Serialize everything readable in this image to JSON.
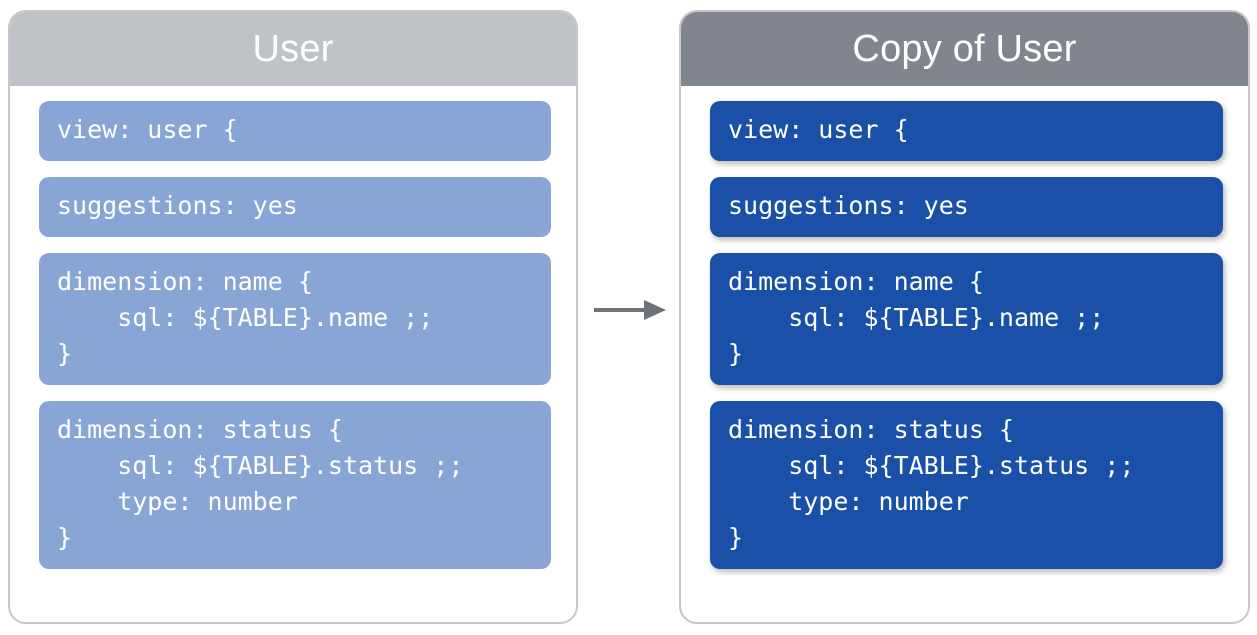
{
  "diagram": {
    "type": "copy-transformation",
    "colors": {
      "source_header": "#bfc3c7",
      "copy_header": "#80858e",
      "source_block": "#88a5d6",
      "copy_block": "#1a50a8",
      "panel_border": "#c7c7c7",
      "arrow": "#6d737c",
      "code_text": "#ffffff"
    },
    "arrow_icon": "arrow-right-icon"
  },
  "panels": [
    {
      "id": "source",
      "title": "User",
      "blocks": [
        {
          "name": "view-declaration",
          "code": "view: user {"
        },
        {
          "name": "suggestions-property",
          "code": "suggestions: yes"
        },
        {
          "name": "dimension-name",
          "code": "dimension: name {\n    sql: ${TABLE}.name ;;\n}"
        },
        {
          "name": "dimension-status",
          "code": "dimension: status {\n    sql: ${TABLE}.status ;;\n    type: number\n}"
        }
      ]
    },
    {
      "id": "copy",
      "title": "Copy of User",
      "blocks": [
        {
          "name": "view-declaration",
          "code": "view: user {"
        },
        {
          "name": "suggestions-property",
          "code": "suggestions: yes"
        },
        {
          "name": "dimension-name",
          "code": "dimension: name {\n    sql: ${TABLE}.name ;;\n}"
        },
        {
          "name": "dimension-status",
          "code": "dimension: status {\n    sql: ${TABLE}.status ;;\n    type: number\n}"
        }
      ]
    }
  ]
}
